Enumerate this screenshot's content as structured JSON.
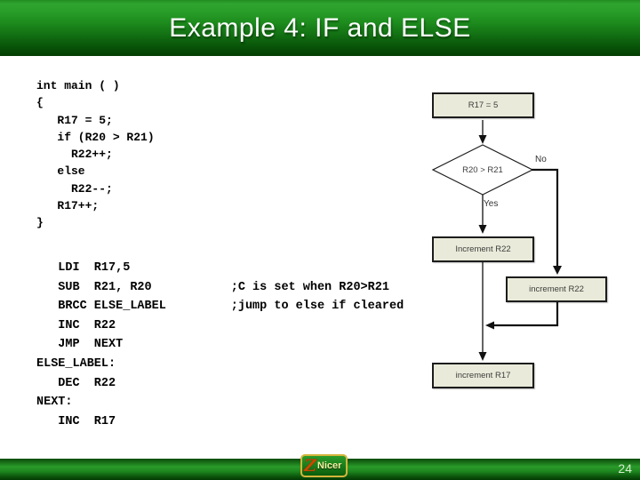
{
  "slide": {
    "title": "Example 4: IF and ELSE",
    "page_number": "24"
  },
  "c_code": {
    "text": "int main ( )\n{\n   R17 = 5;\n   if (R20 > R21)\n     R22++;\n   else\n     R22--;\n   R17++;\n}"
  },
  "assembly_code": {
    "text": "   LDI  R17,5\n   SUB  R21, R20           ;C is set when R20>R21\n   BRCC ELSE_LABEL         ;jump to else if cleared\n   INC  R22\n   JMP  NEXT\nELSE_LABEL:\n   DEC  R22\nNEXT:\n   INC  R17"
  },
  "flowchart": {
    "start_box": "R17 = 5",
    "decision": "R20 > R21",
    "no_label": "No",
    "yes_label": "Yes",
    "yes_box": "Increment R22",
    "no_box": "increment R22",
    "end_box": "increment R17"
  },
  "footer": {
    "logo_glyph": "Z",
    "logo_text": "Nicer"
  },
  "colors": {
    "header_green_top": "#2fa52f",
    "header_green_bottom": "#043c04",
    "flow_box_fill": "#e9ead9",
    "flow_box_border": "#1c1c1c",
    "code_text": "#000000",
    "title_text": "#ffffff"
  }
}
